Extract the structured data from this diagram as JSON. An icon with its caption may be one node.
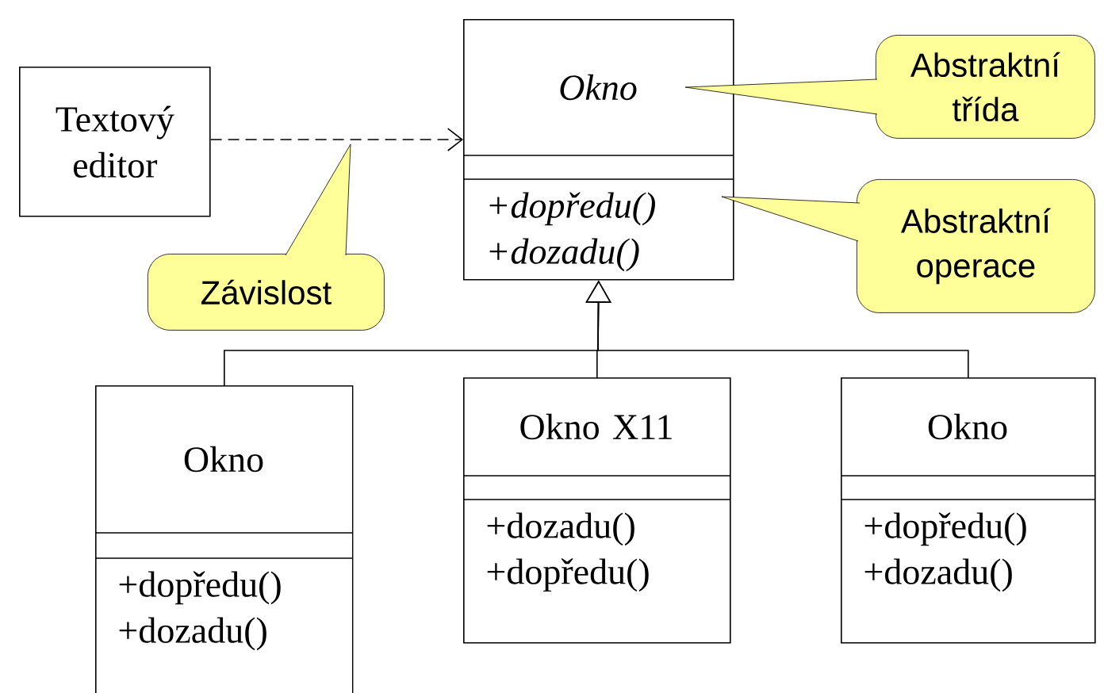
{
  "diagram": {
    "nodes": [
      {
        "text": [
          "Textový editor"
        ]
      },
      {
        "text": [
          "Okno",
          "+dopředu() +dozadu()"
        ]
      },
      {
        "text": [
          "Abstraktní třída"
        ]
      },
      {
        "text": [
          "Abstraktní operace"
        ]
      },
      {
        "text": [
          "Závislost"
        ]
      },
      {
        "text": [
          "Okno",
          "+dopředu() +dozadu()"
        ]
      },
      {
        "text": [
          "Okno X11",
          "+dozadu() +dopředu()"
        ]
      },
      {
        "text": [
          "Okno",
          "+dopředu() +dozadu()"
        ]
      }
    ],
    "edges": [
      {
        "from": 0,
        "to": 1,
        "arrow": "to",
        "style": "dashed"
      },
      {
        "from": 5,
        "to": 1,
        "arrow": "to"
      },
      {
        "from": 6,
        "to": 1,
        "arrow": "to"
      },
      {
        "from": 7,
        "to": 1,
        "arrow": "to"
      }
    ]
  }
}
